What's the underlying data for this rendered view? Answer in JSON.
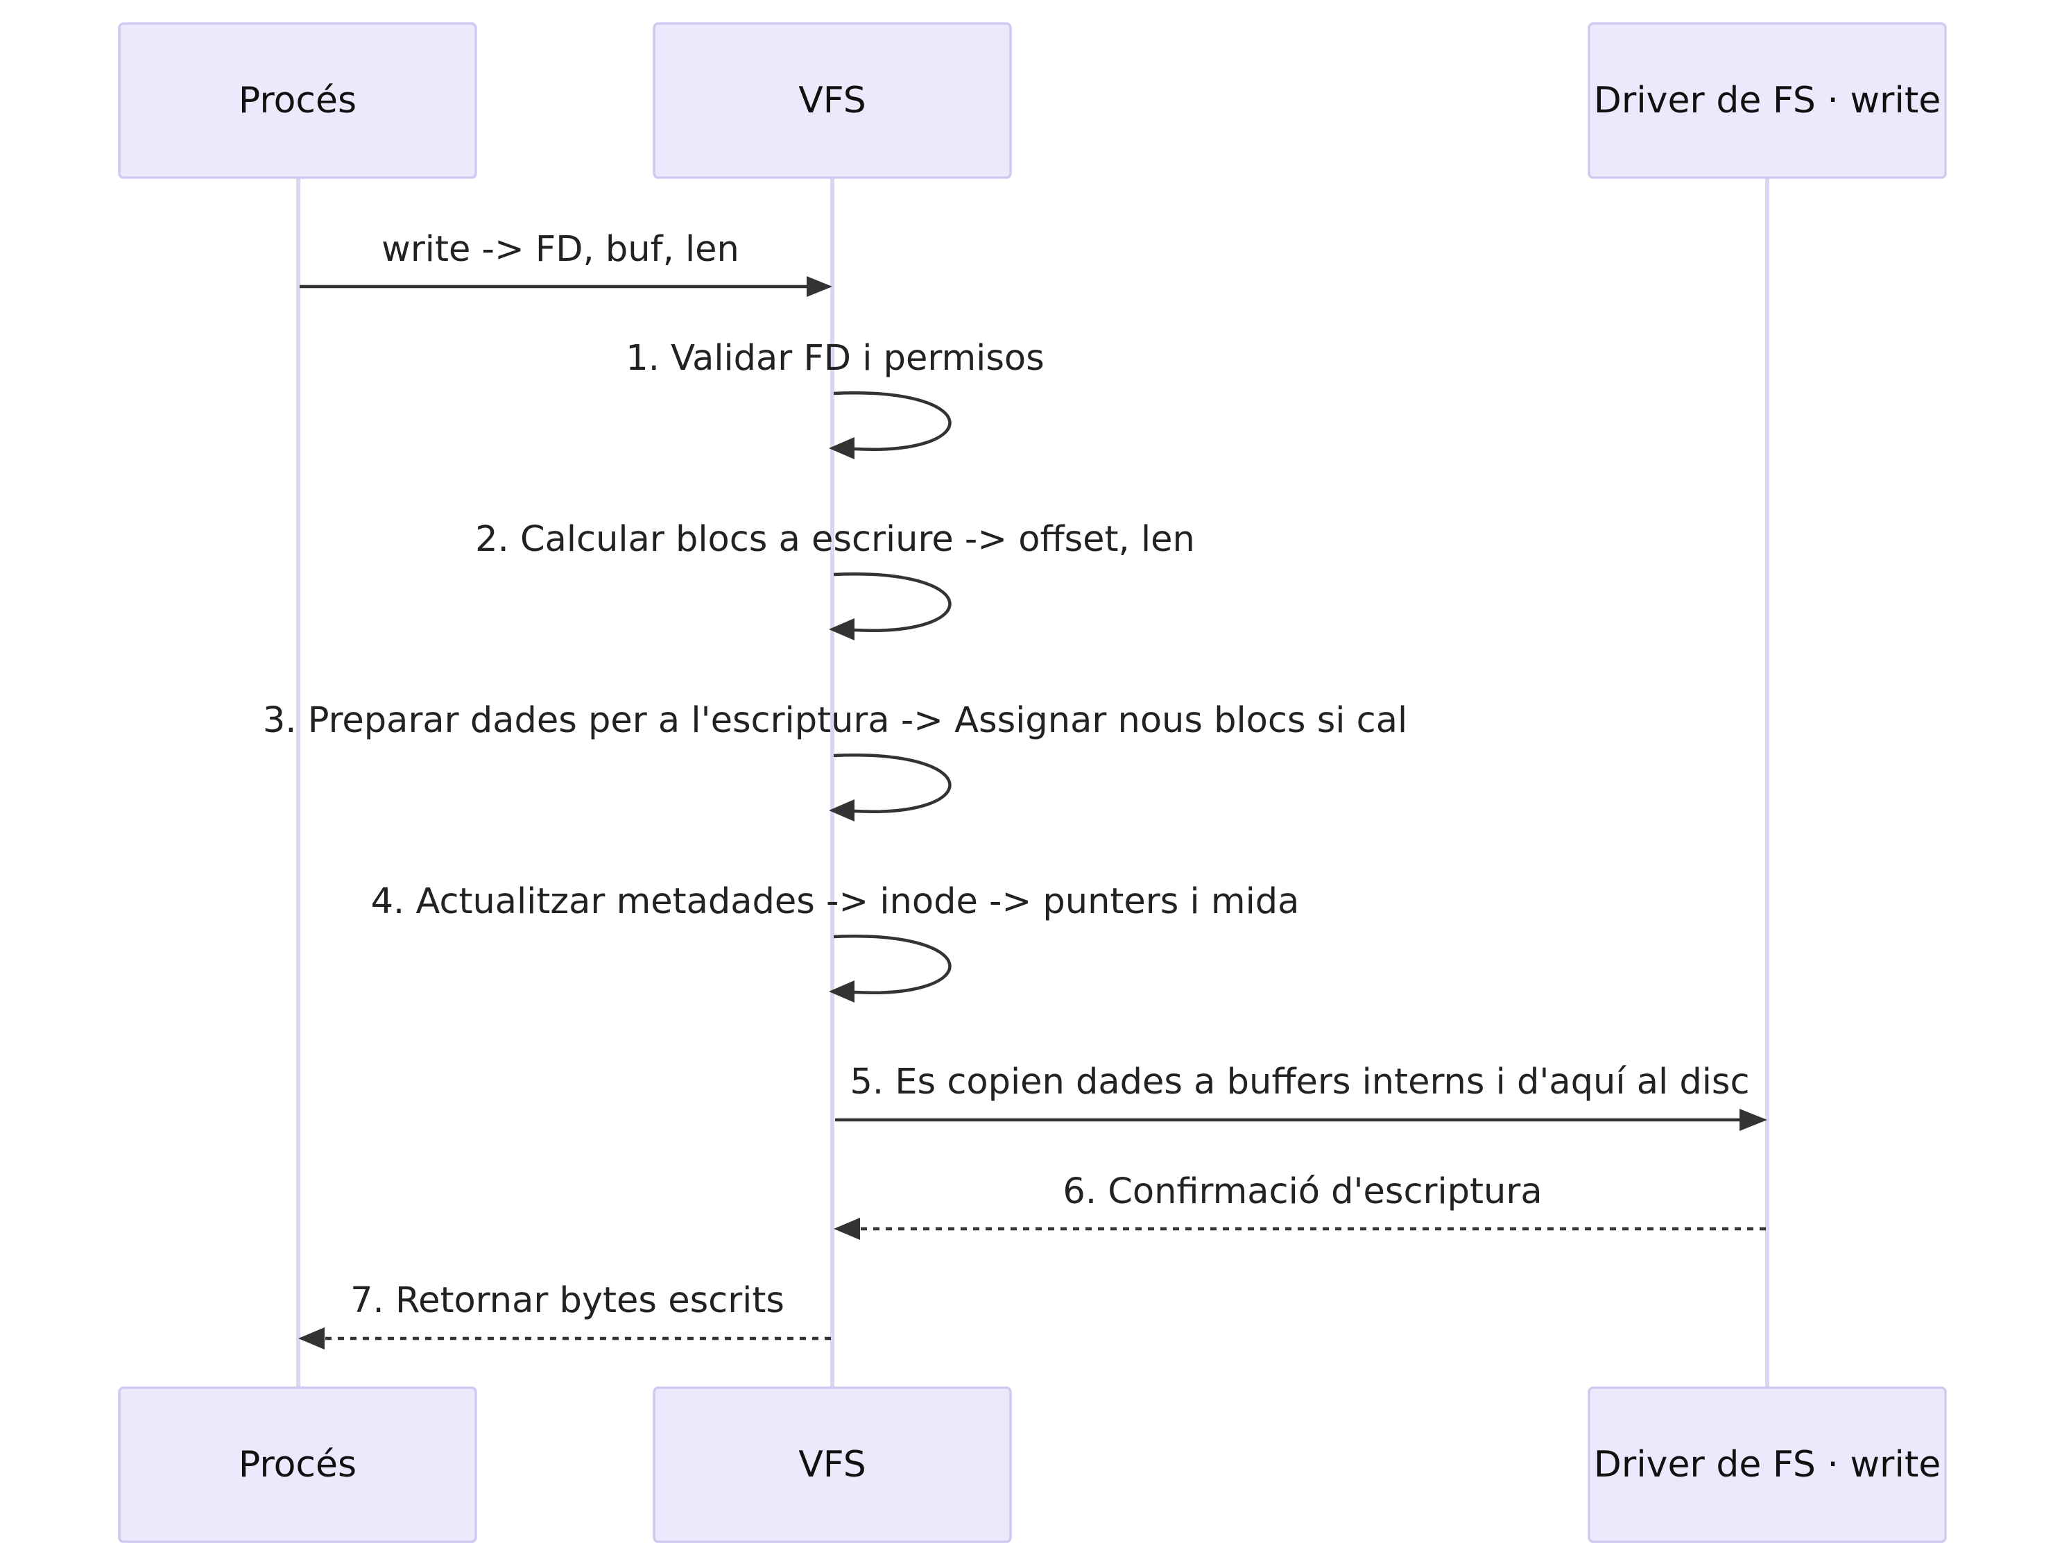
{
  "participants": [
    {
      "id": "proces",
      "label": "Procés"
    },
    {
      "id": "vfs",
      "label": "VFS"
    },
    {
      "id": "driver",
      "label": "Driver de FS · write"
    }
  ],
  "messages": [
    {
      "from": "proces",
      "to": "vfs",
      "label": "write -> FD, buf, len",
      "style": "solid"
    },
    {
      "from": "vfs",
      "to": "vfs",
      "label": "1. Validar FD i permisos",
      "style": "solid"
    },
    {
      "from": "vfs",
      "to": "vfs",
      "label": "2. Calcular blocs a escriure -> offset, len",
      "style": "solid"
    },
    {
      "from": "vfs",
      "to": "vfs",
      "label": "3. Preparar dades per a l'escriptura -> Assignar nous blocs si cal",
      "style": "solid"
    },
    {
      "from": "vfs",
      "to": "vfs",
      "label": "4. Actualitzar metadades -> inode -> punters i mida",
      "style": "solid"
    },
    {
      "from": "vfs",
      "to": "driver",
      "label": "5. Es copien dades a buffers interns i d'aquí al disc",
      "style": "solid"
    },
    {
      "from": "driver",
      "to": "vfs",
      "label": "6. Confirmació d'escriptura",
      "style": "dashed"
    },
    {
      "from": "vfs",
      "to": "proces",
      "label": "7. Retornar bytes escrits",
      "style": "dashed"
    }
  ],
  "colors": {
    "actor_fill": "#eaeafc",
    "actor_border": "#cfcaf0",
    "lifeline": "#ddd6f3",
    "arrow": "#333333"
  }
}
